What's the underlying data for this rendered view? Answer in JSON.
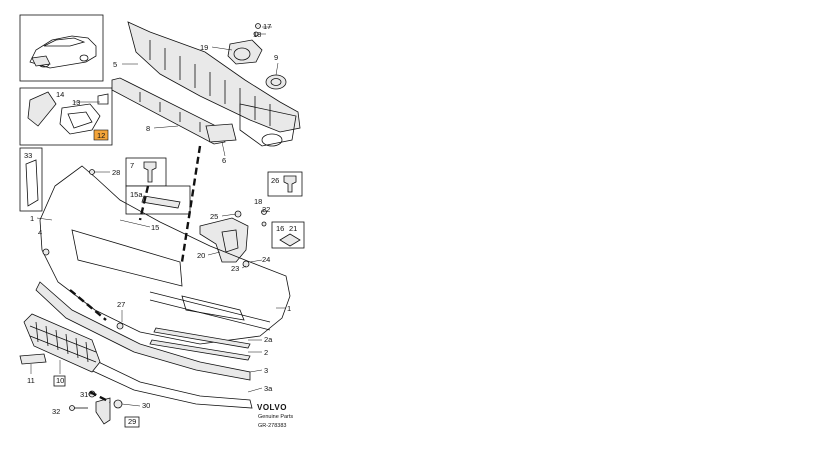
{
  "brand": {
    "name": "VOLVO",
    "subtitle": "Genuine Parts",
    "ref": "GR-278383"
  },
  "labels": [
    {
      "id": "c17",
      "text": "17"
    },
    {
      "id": "c18a",
      "text": "18"
    },
    {
      "id": "c19",
      "text": "19"
    },
    {
      "id": "c9",
      "text": "9"
    },
    {
      "id": "c5",
      "text": "5"
    },
    {
      "id": "c14",
      "text": "14"
    },
    {
      "id": "c13",
      "text": "13"
    },
    {
      "id": "c12",
      "text": "12"
    },
    {
      "id": "c8",
      "text": "8"
    },
    {
      "id": "c6",
      "text": "6"
    },
    {
      "id": "c33",
      "text": "33"
    },
    {
      "id": "c7",
      "text": "7"
    },
    {
      "id": "c28",
      "text": "28"
    },
    {
      "id": "c26",
      "text": "26"
    },
    {
      "id": "c15a",
      "text": "15a"
    },
    {
      "id": "c18b",
      "text": "18"
    },
    {
      "id": "c22",
      "text": "22"
    },
    {
      "id": "c25",
      "text": "25"
    },
    {
      "id": "c16",
      "text": "16"
    },
    {
      "id": "c21",
      "text": "21"
    },
    {
      "id": "c1a",
      "text": "1"
    },
    {
      "id": "c15",
      "text": "15"
    },
    {
      "id": "c4",
      "text": "4"
    },
    {
      "id": "c20",
      "text": "20"
    },
    {
      "id": "c24",
      "text": "24"
    },
    {
      "id": "c23",
      "text": "23"
    },
    {
      "id": "c1b",
      "text": "1"
    },
    {
      "id": "c27",
      "text": "27"
    },
    {
      "id": "c2a",
      "text": "2a"
    },
    {
      "id": "c2",
      "text": "2"
    },
    {
      "id": "c3",
      "text": "3"
    },
    {
      "id": "c11",
      "text": "11"
    },
    {
      "id": "c10",
      "text": "10"
    },
    {
      "id": "c3a",
      "text": "3a"
    },
    {
      "id": "c31",
      "text": "31"
    },
    {
      "id": "c30",
      "text": "30"
    },
    {
      "id": "c32",
      "text": "32"
    },
    {
      "id": "c29",
      "text": "29"
    }
  ]
}
